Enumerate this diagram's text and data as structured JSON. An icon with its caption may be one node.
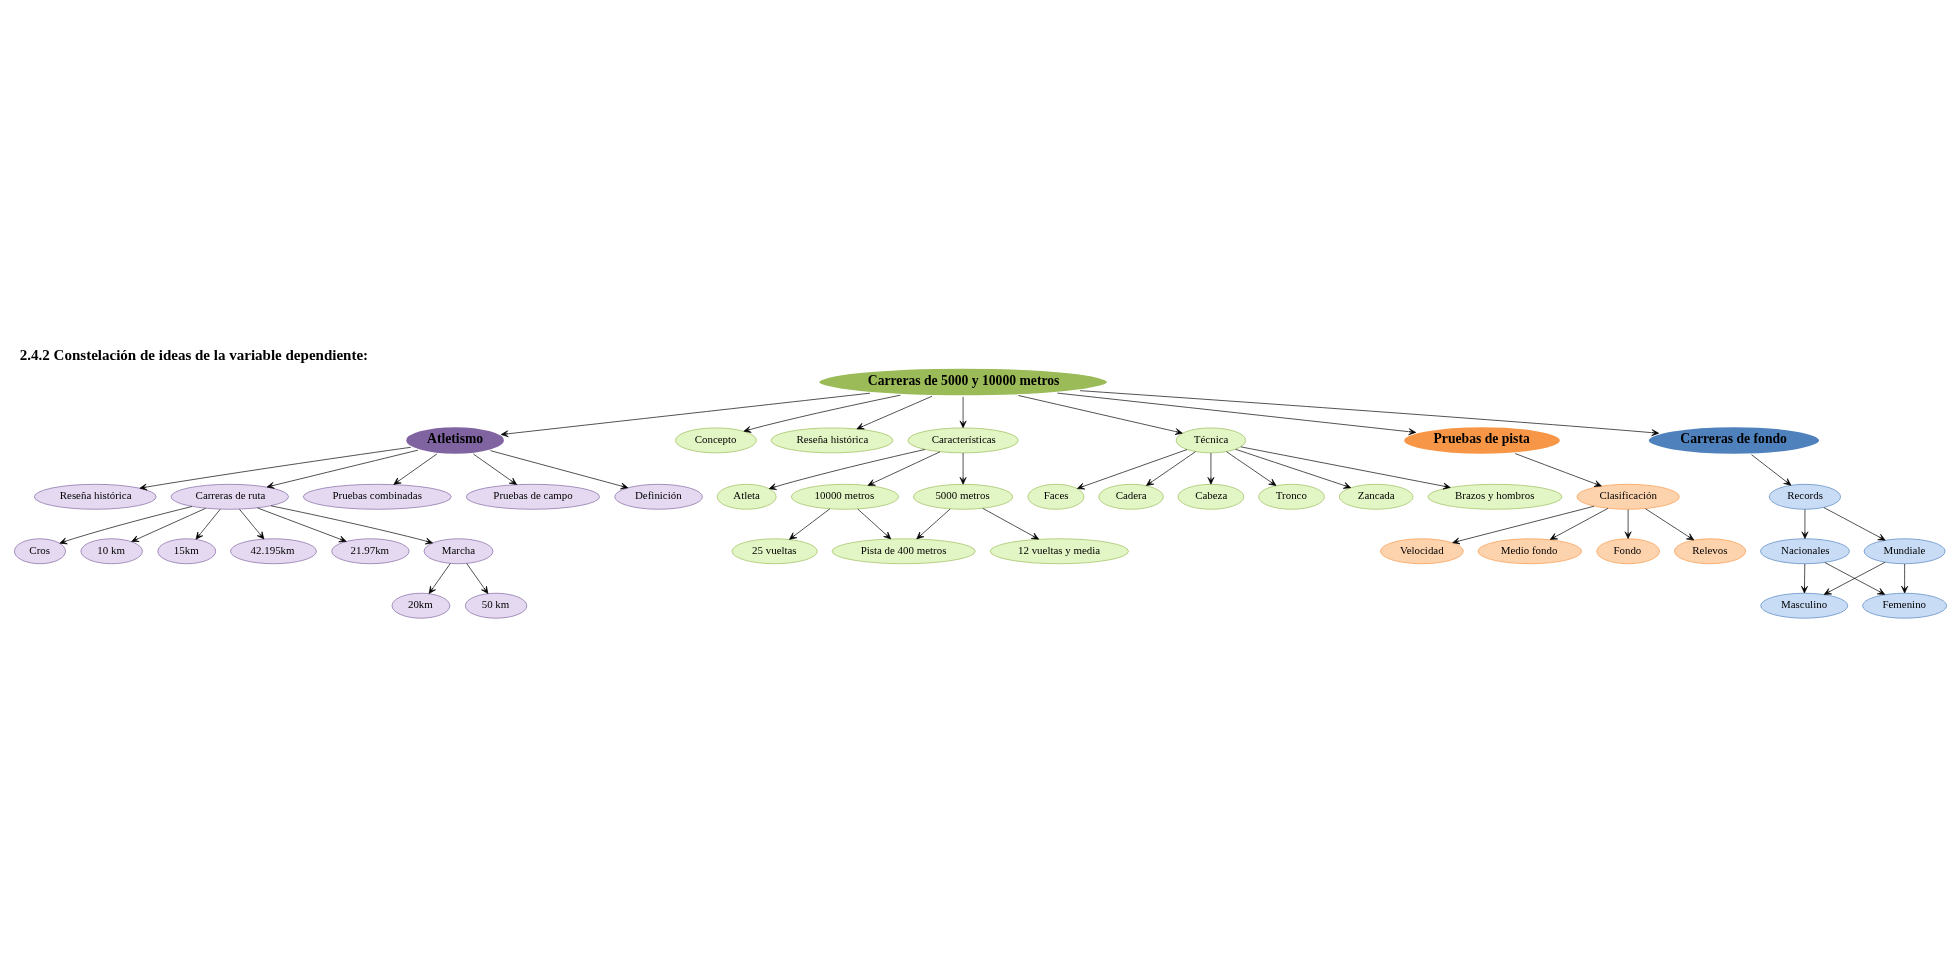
{
  "diagram": {
    "title": "2.4.2 Constelación de ideas de la variable dependiente:",
    "nodes": [
      {
        "text": [
          "Carreras de 5000 y 10000 metros"
        ]
      },
      {
        "text": [
          "Atletismo"
        ]
      },
      {
        "text": [
          "Pruebas combinadas"
        ]
      },
      {
        "text": [
          "Pruebas de campo"
        ]
      },
      {
        "text": [
          "Definición"
        ]
      },
      {
        "text": [
          "Reseña histórica"
        ]
      },
      {
        "text": [
          "Carreras de ruta"
        ]
      },
      {
        "text": [
          "42.195km"
        ]
      },
      {
        "text": [
          "21.97km"
        ]
      },
      {
        "text": [
          "Marcha"
        ]
      },
      {
        "text": [
          "20km"
        ]
      },
      {
        "text": [
          "50 km"
        ]
      },
      {
        "text": [
          "Cros"
        ]
      },
      {
        "text": [
          "10 km"
        ]
      },
      {
        "text": [
          "15km"
        ]
      },
      {
        "text": [
          "Concepto"
        ]
      },
      {
        "text": [
          "Reseña histórica"
        ]
      },
      {
        "text": [
          "Características"
        ]
      },
      {
        "text": [
          "Atleta"
        ]
      },
      {
        "text": [
          "10000 metros"
        ]
      },
      {
        "text": [
          "25 vueltas"
        ]
      },
      {
        "text": [
          "Pista de 400 metros"
        ]
      },
      {
        "text": [
          "5000 metros"
        ]
      },
      {
        "text": [
          "12 vueltas y media"
        ]
      },
      {
        "text": [
          "Técnica"
        ]
      },
      {
        "text": [
          "Faces"
        ]
      },
      {
        "text": [
          "Cadera"
        ]
      },
      {
        "text": [
          "Cabeza"
        ]
      },
      {
        "text": [
          "Tronco"
        ]
      },
      {
        "text": [
          "Zancada"
        ]
      },
      {
        "text": [
          "Brazos y hombros"
        ]
      },
      {
        "text": [
          "Pruebas de pista"
        ]
      },
      {
        "text": [
          "Relevos"
        ]
      },
      {
        "text": [
          "Clasificación"
        ]
      },
      {
        "text": [
          "Velocidad"
        ]
      },
      {
        "text": [
          "Medio fondo"
        ]
      },
      {
        "text": [
          "Fondo"
        ]
      },
      {
        "text": [
          "Carreras de fondo"
        ]
      },
      {
        "text": [
          "Records"
        ]
      },
      {
        "text": [
          "Nacionales"
        ]
      },
      {
        "text": [
          "Mundiale"
        ]
      },
      {
        "text": [
          "Masculino"
        ]
      },
      {
        "text": [
          "Femenino"
        ]
      }
    ],
    "edges": [
      {
        "from": 0,
        "to": 1,
        "arrow": "to"
      },
      {
        "from": 1,
        "to": 2,
        "arrow": "to"
      },
      {
        "from": 1,
        "to": 3,
        "arrow": "to"
      },
      {
        "from": 1,
        "to": 4,
        "arrow": "to"
      },
      {
        "from": 1,
        "to": 5,
        "arrow": "to"
      },
      {
        "from": 1,
        "to": 6,
        "arrow": "to"
      },
      {
        "from": 6,
        "to": 7,
        "arrow": "to"
      },
      {
        "from": 6,
        "to": 8,
        "arrow": "to"
      },
      {
        "from": 6,
        "to": 9,
        "arrow": "to"
      },
      {
        "from": 9,
        "to": 10,
        "arrow": "to"
      },
      {
        "from": 9,
        "to": 11,
        "arrow": "to"
      },
      {
        "from": 6,
        "to": 12,
        "arrow": "to"
      },
      {
        "from": 6,
        "to": 13,
        "arrow": "to"
      },
      {
        "from": 6,
        "to": 14,
        "arrow": "to"
      },
      {
        "from": 0,
        "to": 15,
        "arrow": "to"
      },
      {
        "from": 0,
        "to": 16,
        "arrow": "to"
      },
      {
        "from": 0,
        "to": 17,
        "arrow": "to"
      },
      {
        "from": 17,
        "to": 18,
        "arrow": "to"
      },
      {
        "from": 17,
        "to": 19,
        "arrow": "to"
      },
      {
        "from": 19,
        "to": 20,
        "arrow": "to"
      },
      {
        "from": 19,
        "to": 21,
        "arrow": "to"
      },
      {
        "from": 17,
        "to": 22,
        "arrow": "to"
      },
      {
        "from": 22,
        "to": 21,
        "arrow": "to"
      },
      {
        "from": 22,
        "to": 23,
        "arrow": "to"
      },
      {
        "from": 0,
        "to": 24,
        "arrow": "to"
      },
      {
        "from": 24,
        "to": 25,
        "arrow": "to"
      },
      {
        "from": 24,
        "to": 26,
        "arrow": "to"
      },
      {
        "from": 24,
        "to": 27,
        "arrow": "to"
      },
      {
        "from": 24,
        "to": 28,
        "arrow": "to"
      },
      {
        "from": 24,
        "to": 29,
        "arrow": "to"
      },
      {
        "from": 24,
        "to": 30,
        "arrow": "to"
      },
      {
        "from": 0,
        "to": 31,
        "arrow": "to"
      },
      {
        "from": 31,
        "to": 33,
        "arrow": "to"
      },
      {
        "from": 33,
        "to": 32,
        "arrow": "to"
      },
      {
        "from": 33,
        "to": 34,
        "arrow": "to"
      },
      {
        "from": 33,
        "to": 35,
        "arrow": "to"
      },
      {
        "from": 33,
        "to": 36,
        "arrow": "to"
      },
      {
        "from": 0,
        "to": 37,
        "arrow": "to"
      },
      {
        "from": 37,
        "to": 38,
        "arrow": "to"
      },
      {
        "from": 38,
        "to": 39,
        "arrow": "to"
      },
      {
        "from": 38,
        "to": 40,
        "arrow": "to"
      },
      {
        "from": 39,
        "to": 41,
        "arrow": "to"
      },
      {
        "from": 39,
        "to": 42,
        "arrow": "to"
      },
      {
        "from": 40,
        "to": 41,
        "arrow": "to"
      },
      {
        "from": 40,
        "to": 42,
        "arrow": "to"
      }
    ]
  }
}
